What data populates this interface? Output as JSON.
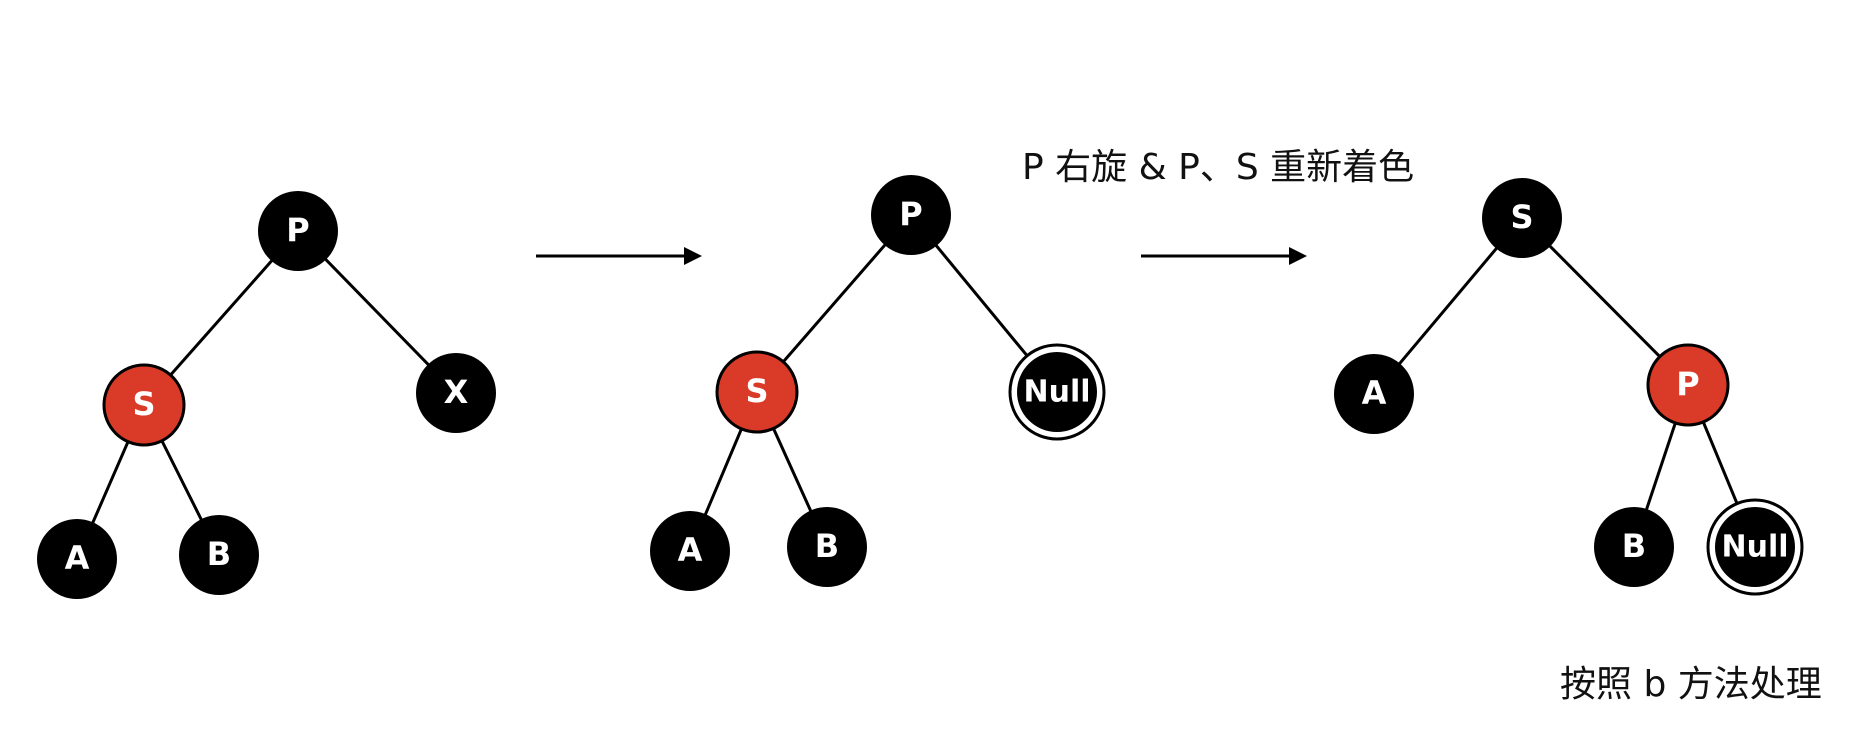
{
  "colors": {
    "black_node": "#000000",
    "red_node": "#DA3A28",
    "node_text": "#FFFFFF",
    "edge": "#000000",
    "background": "#FFFFFF"
  },
  "captions": {
    "rotation_step": "P 右旋 & P、S 重新着色",
    "next_step": "按照 b 方法处理"
  },
  "trees": [
    {
      "nodes": [
        {
          "id": "t1-P",
          "label": "P",
          "color": "black"
        },
        {
          "id": "t1-S",
          "label": "S",
          "color": "red"
        },
        {
          "id": "t1-X",
          "label": "X",
          "color": "black"
        },
        {
          "id": "t1-A",
          "label": "A",
          "color": "black"
        },
        {
          "id": "t1-B",
          "label": "B",
          "color": "black"
        }
      ],
      "edges": [
        [
          "t1-P",
          "t1-S"
        ],
        [
          "t1-P",
          "t1-X"
        ],
        [
          "t1-S",
          "t1-A"
        ],
        [
          "t1-S",
          "t1-B"
        ]
      ]
    },
    {
      "nodes": [
        {
          "id": "t2-P",
          "label": "P",
          "color": "black"
        },
        {
          "id": "t2-S",
          "label": "S",
          "color": "red"
        },
        {
          "id": "t2-N",
          "label": "Null",
          "color": "black",
          "null": true
        },
        {
          "id": "t2-A",
          "label": "A",
          "color": "black"
        },
        {
          "id": "t2-B",
          "label": "B",
          "color": "black"
        }
      ],
      "edges": [
        [
          "t2-P",
          "t2-S"
        ],
        [
          "t2-P",
          "t2-N"
        ],
        [
          "t2-S",
          "t2-A"
        ],
        [
          "t2-S",
          "t2-B"
        ]
      ]
    },
    {
      "nodes": [
        {
          "id": "t3-S",
          "label": "S",
          "color": "black"
        },
        {
          "id": "t3-A",
          "label": "A",
          "color": "black"
        },
        {
          "id": "t3-P",
          "label": "P",
          "color": "red"
        },
        {
          "id": "t3-B",
          "label": "B",
          "color": "black"
        },
        {
          "id": "t3-N",
          "label": "Null",
          "color": "black",
          "null": true
        }
      ],
      "edges": [
        [
          "t3-S",
          "t3-A"
        ],
        [
          "t3-S",
          "t3-P"
        ],
        [
          "t3-P",
          "t3-B"
        ],
        [
          "t3-P",
          "t3-N"
        ]
      ]
    }
  ],
  "arrows": [
    {
      "id": "arrow-1",
      "from_tree": 0,
      "to_tree": 1
    },
    {
      "id": "arrow-2",
      "from_tree": 1,
      "to_tree": 2
    }
  ]
}
